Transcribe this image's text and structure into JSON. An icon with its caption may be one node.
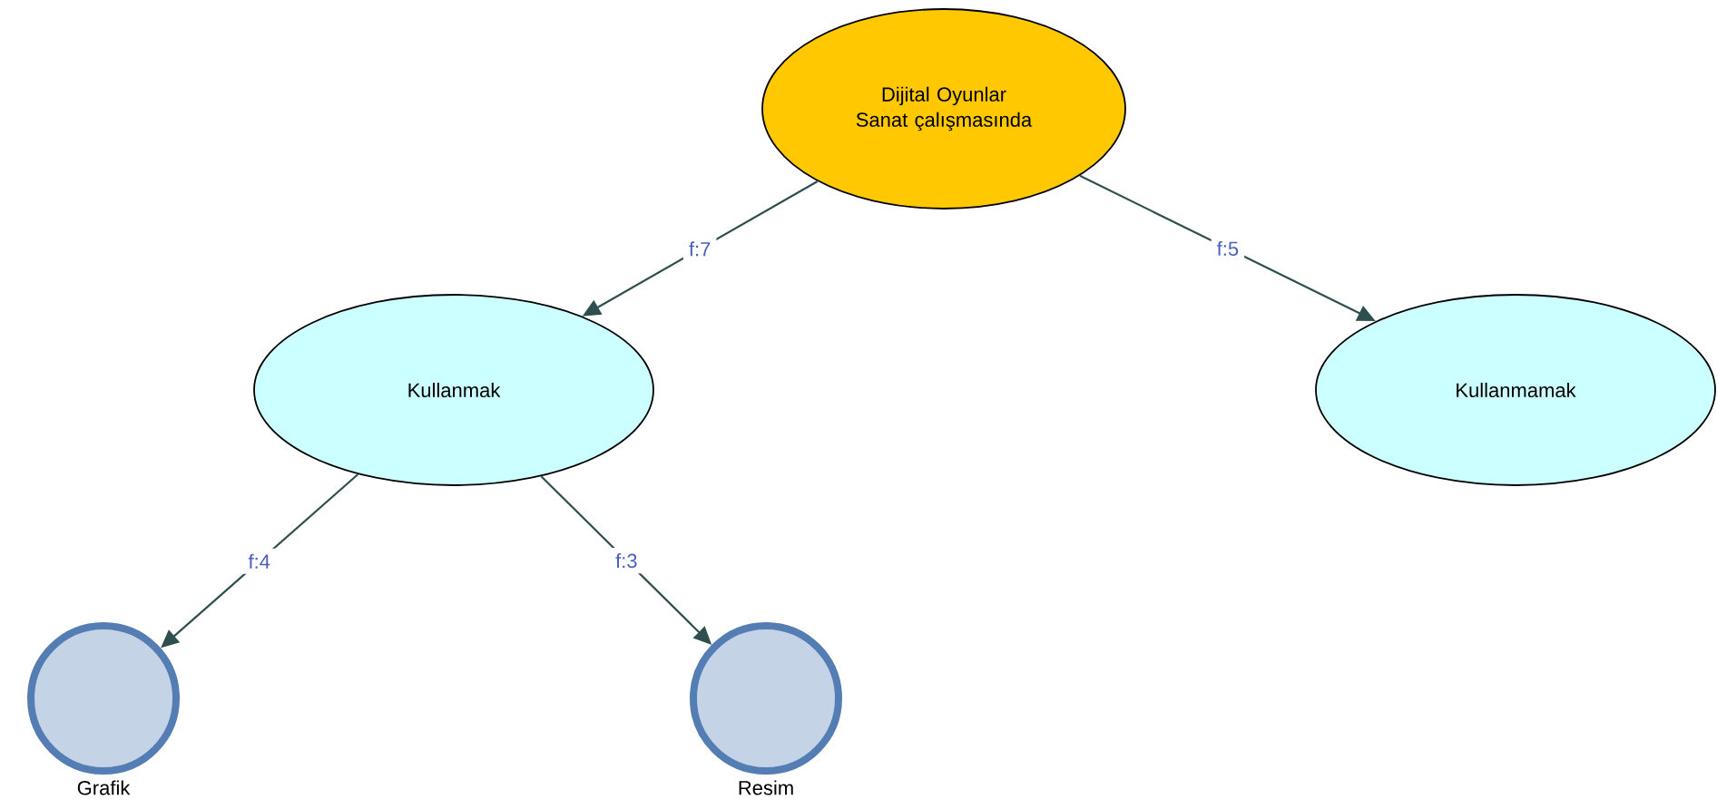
{
  "diagram": {
    "nodes": [
      {
        "text": [
          "Dijital Oyunlar Sanat çalışmasında"
        ]
      },
      {
        "text": [
          "Kullanmak"
        ]
      },
      {
        "text": [
          "Kullanmamak"
        ]
      },
      {
        "text": [
          "Grafik"
        ]
      },
      {
        "text": [
          "Resim"
        ]
      }
    ],
    "edges": [
      {
        "from": 0,
        "to": 1,
        "arrow": "to",
        "label": "f:7"
      },
      {
        "from": 0,
        "to": 2,
        "arrow": "to",
        "label": "f:5"
      },
      {
        "from": 1,
        "to": 3,
        "arrow": "to",
        "label": "f:4"
      },
      {
        "from": 1,
        "to": 4,
        "arrow": "to",
        "label": "f:3"
      }
    ]
  }
}
